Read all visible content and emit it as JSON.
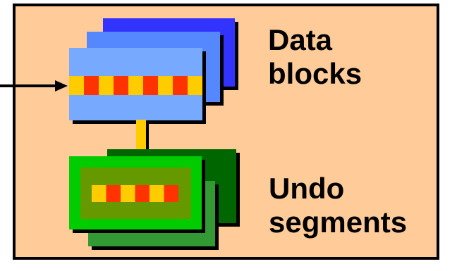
{
  "colors": {
    "panel_background": "#ffcc99",
    "panel_border": "#000000",
    "data_block_back": "#3333ff",
    "data_block_middle": "#5588ff",
    "data_block_front": "#77aaff",
    "block_shadow": "#000000",
    "row_red": "#ff3300",
    "row_yellow": "#ffcc00",
    "connector": "#ffcc00",
    "undo_back": "#006600",
    "undo_bottom": "#339933",
    "undo_front": "#00cc00",
    "undo_inner": "#669900",
    "arrow": "#000000"
  },
  "labels": {
    "data_blocks": {
      "line1": "Data",
      "line2": "blocks"
    },
    "undo_segments": {
      "line1": "Undo",
      "line2": "segments"
    }
  },
  "icons": {
    "arrow": "arrow-right-icon"
  }
}
